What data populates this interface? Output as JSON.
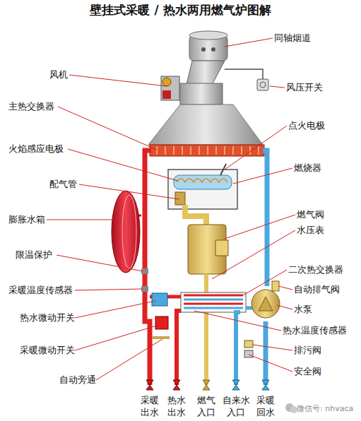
{
  "diagram": {
    "title": "壁挂式采暖 / 热水两用燃气炉图解",
    "labels": [
      "同轴烟道",
      "风机",
      "风压开关",
      "主热交换器",
      "点火电极",
      "火焰感应电极",
      "燃烧器",
      "配气管",
      "燃气阀",
      "膨胀水箱",
      "水压表",
      "限温保护",
      "二次热交换器",
      "采暖温度传感器",
      "自动排气阀",
      "水泵",
      "热水微动开关",
      "热水温度传感器",
      "采暖微动开关",
      "排污阀",
      "自动旁通",
      "安全阀",
      "采暖 出水",
      "热水 出水",
      "燃气 入口",
      "自来水 入口",
      "采暖 回水",
      "微信号: nhvaca"
    ]
  }
}
